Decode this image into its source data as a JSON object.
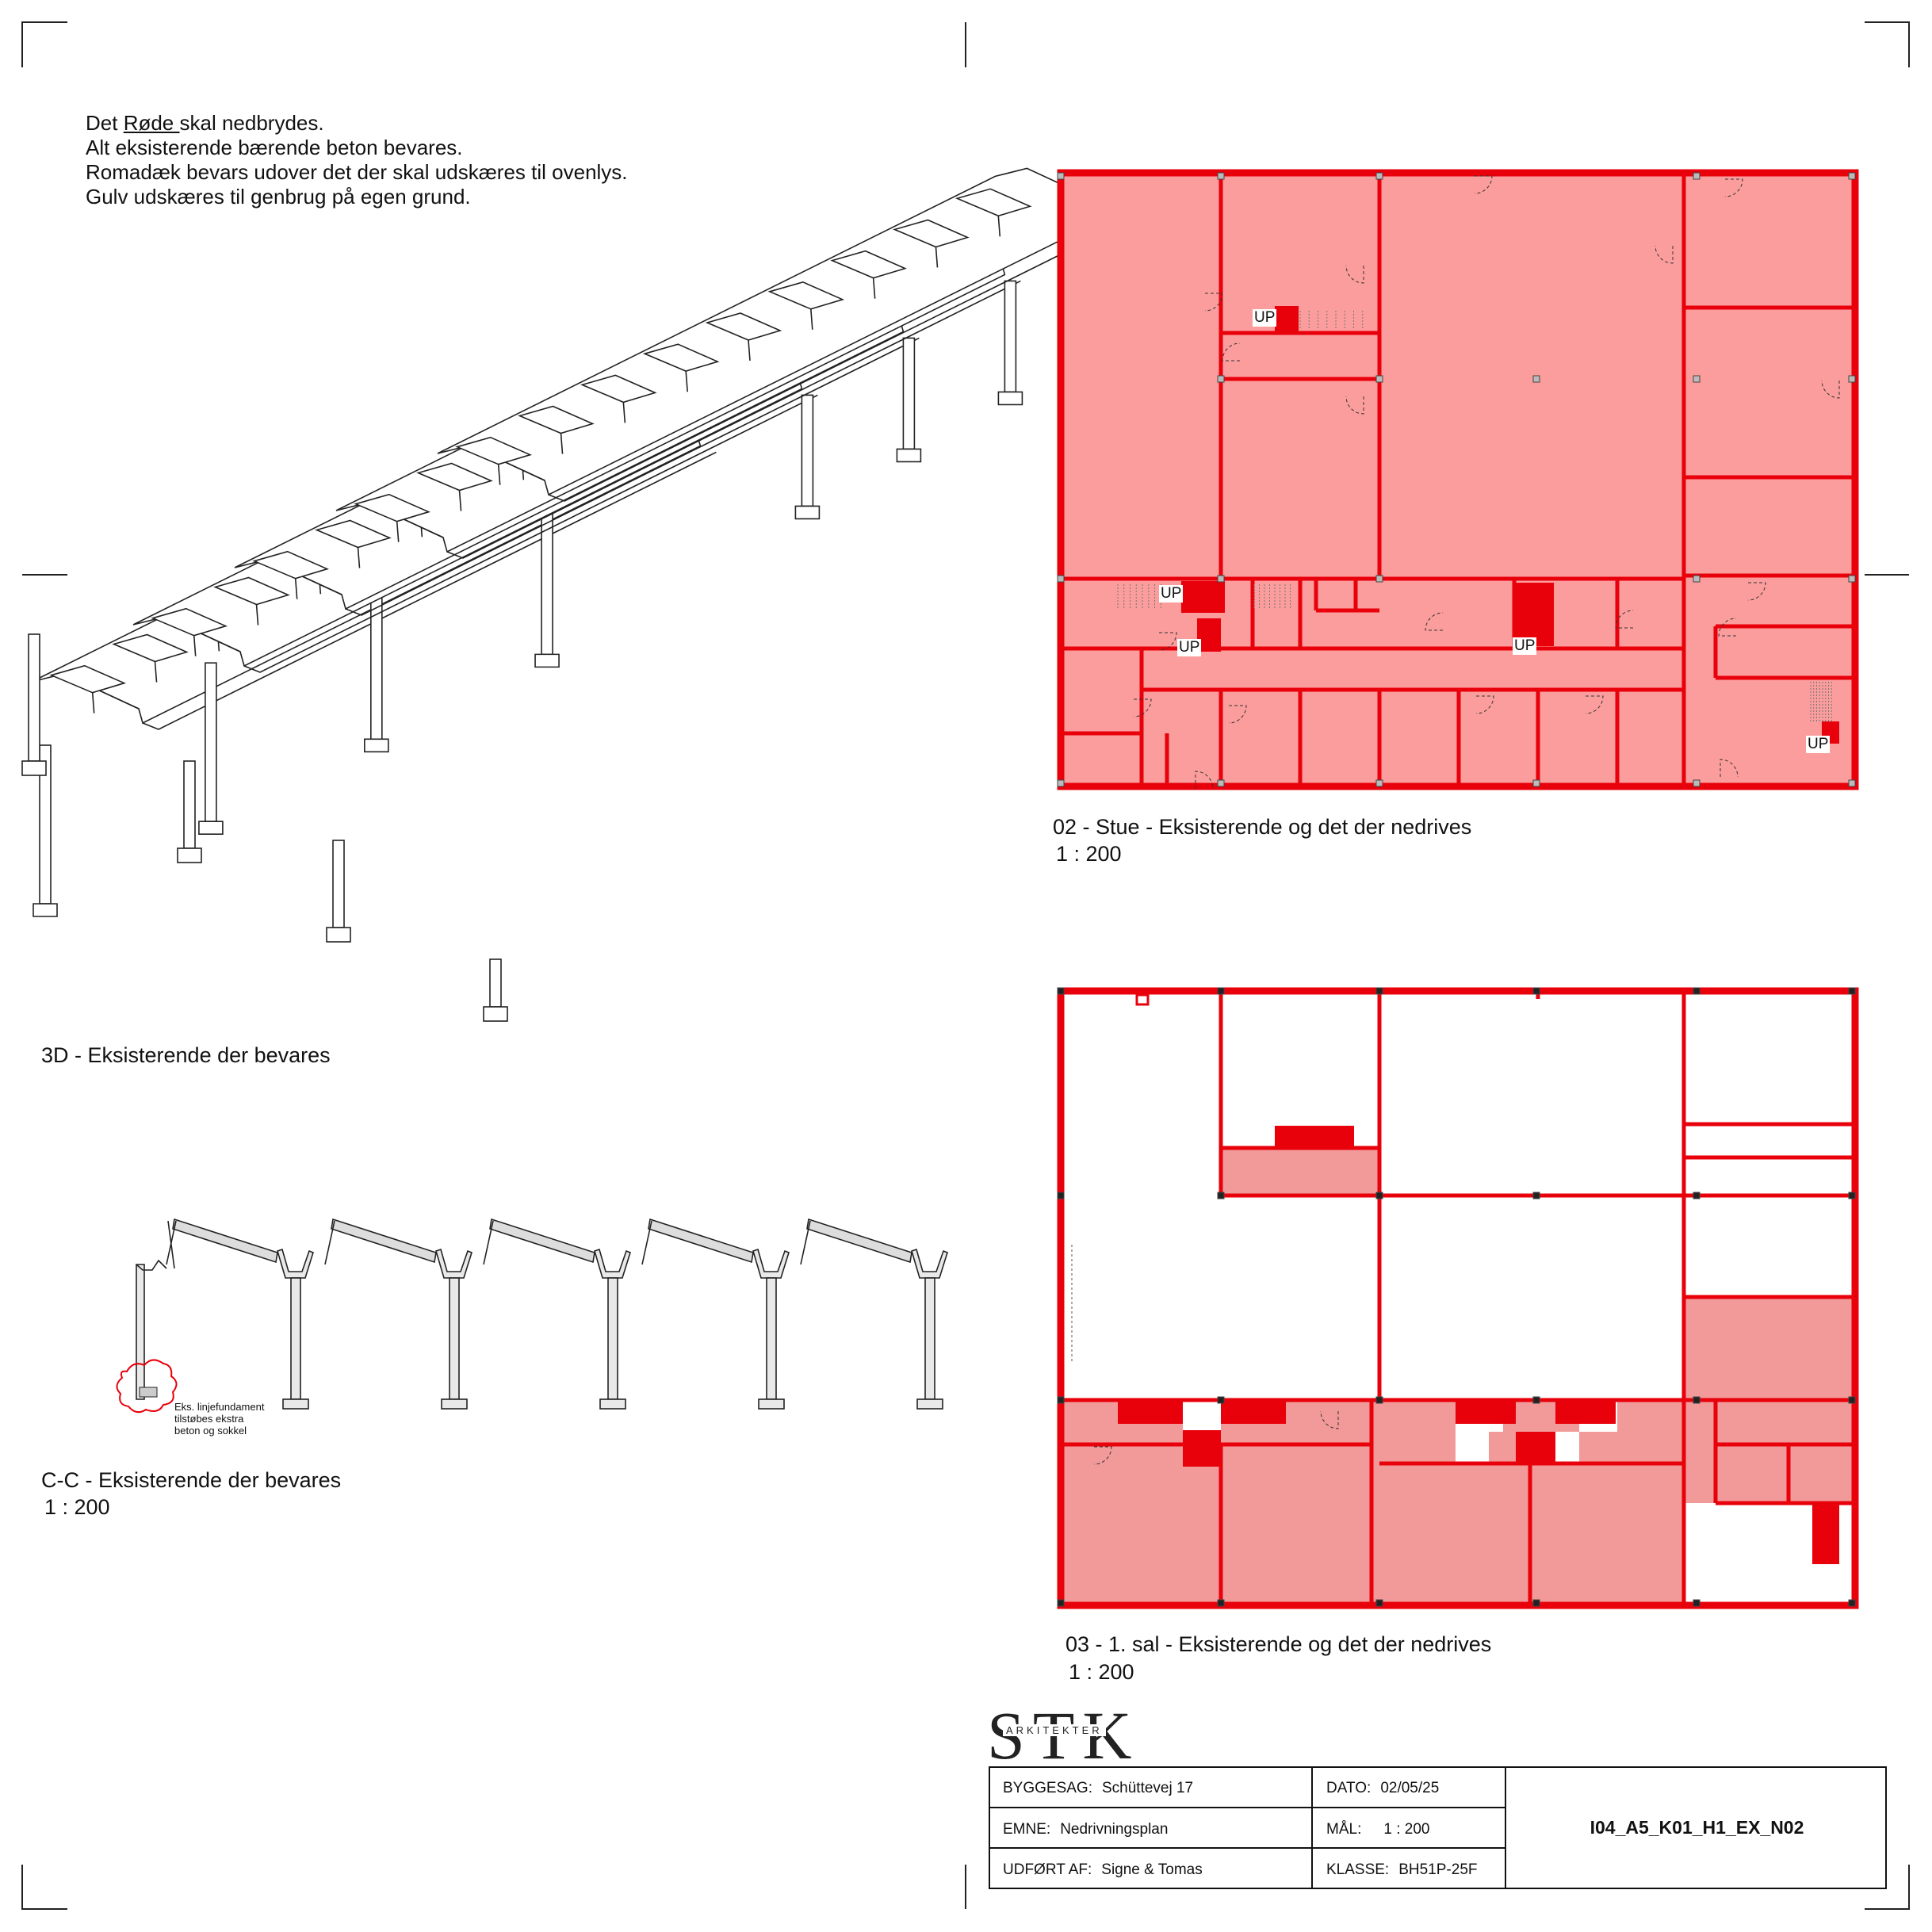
{
  "notes": {
    "line1_pre": "Det ",
    "line1_underlined": "Røde ",
    "line1_post": "skal nedbrydes.",
    "line2": "Alt eksisterende bærende beton bevares.",
    "line3": "Romadæk bevars udover det der skal udskæres til ovenlys.",
    "line4": "Gulv udskæres til genbrug på egen grund."
  },
  "views": {
    "view_3d": {
      "title": "3D - Eksisterende der bevares"
    },
    "section": {
      "title": "C-C - Eksisterende der bevares",
      "scale": "1 : 200",
      "annotation": [
        "Eks. linjefundament",
        "tilstøbes ekstra",
        "beton og sokkel"
      ]
    },
    "plan_ground": {
      "title": "02 - Stue - Eksisterende og det der nedrives",
      "scale": "1 : 200",
      "stair_labels": [
        "UP",
        "UP",
        "UP",
        "UP",
        "UP"
      ]
    },
    "plan_first": {
      "title": "03 - 1. sal - Eksisterende og det der nedrives",
      "scale": "1 : 200"
    }
  },
  "logo": {
    "letters": "STK",
    "subtitle": "ARKITEKTER"
  },
  "title_block": {
    "byggesag_label": "BYGGESAG:",
    "byggesag": "Schüttevej 17",
    "emne_label": "EMNE:",
    "emne": "Nedrivningsplan",
    "udfoert_label": "UDFØRT AF:",
    "udfoert": "Signe & Tomas",
    "dato_label": "DATO:",
    "dato": "02/05/25",
    "maal_label": "MÅL:",
    "maal": "1 : 200",
    "klasse_label": "KLASSE:",
    "klasse": "BH51P-25F",
    "drawing_code": "I04_A5_K01_H1_EX_N02"
  },
  "colors": {
    "demolish": "#e8000b",
    "demolish_fill": "#f29a9a",
    "line": "#222222"
  }
}
